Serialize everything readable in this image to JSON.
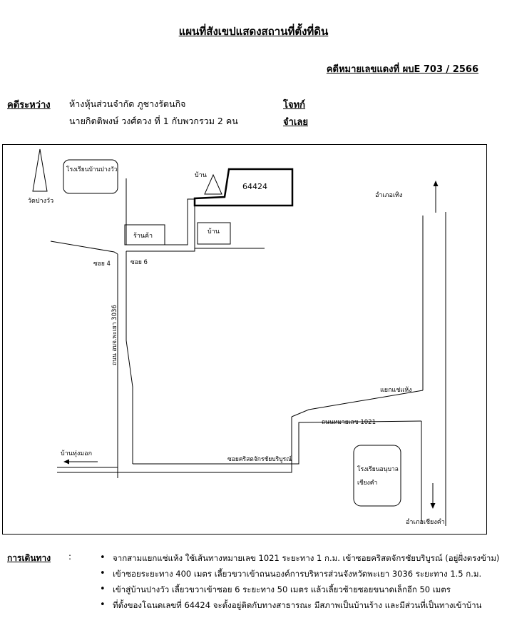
{
  "header": {
    "title": "แผนที่สังเขปแสดงสถานที่ตั้งที่ดิน",
    "case_number": "คดีหมายเลขแดงที่ ผบE 703 / 2566"
  },
  "parties": {
    "label": "คดีระหว่าง",
    "plaintiff_name": "ห้างหุ้นส่วนจำกัด ภูชางรัตนกิจ",
    "plaintiff_role": "โจทก์",
    "defendant_name": "นายกิตติพงษ์ วงศ์ดวง ที่ 1 กับพวกรวม 2 คน",
    "defendant_role": "จำเลย"
  },
  "map": {
    "temple": "วัดปางวัว",
    "school_top": "โรงเรียนบ้านปางวัว",
    "house_plot": "บ้าน",
    "plot_number": "64424",
    "house_lower": "บ้าน",
    "shop": "ร้านค้า",
    "to_thoeng": "อำเภอเทิง",
    "soi4": "ซอย 4",
    "soi6": "ซอย 6",
    "road_3036": "ถนน อบจ.พะเยา 3036",
    "junction": "แยกแช่แห้ง",
    "road_1021": "ถนนหมายเลข 1021",
    "to_thungmok": "บ้านทุ่งมอก",
    "soi_christ": "ซอยคริสตจักรชัยบริบูรณ์",
    "kindergarten_1": "โรงเรียนอนุบาล",
    "kindergarten_2": "เชียงคำ",
    "to_chiangkham": "อำเภอเชียงคำ"
  },
  "directions": {
    "label": "การเดินทาง",
    "colon": ":",
    "steps": [
      "จากสามแยกแช่แห้ง ใช้เส้นทางหมายเลข 1021 ระยะทาง 1 ก.ม. เข้าซอยคริสตจักรชัยบริบูรณ์ (อยู่ฝั่งตรงข้าม)",
      "เข้าซอยระยะทาง 400 เมตร เลี้ยวขวาเข้าถนนองค์การบริหารส่วนจังหวัดพะเยา 3036 ระยะทาง 1.5 ก.ม.",
      "เข้าสู่บ้านปางวัว เลี้ยวขวาเข้าซอย 6 ระยะทาง 50 เมตร แล้วเลี้ยวซ้ายซอยขนาดเล็กอีก 50 เมตร",
      "ที่ตั้งของโฉนดเลขที่ 64424 จะตั้งอยู่ติดกับทางสาธารณะ มีสภาพเป็นบ้านร้าง และมีส่วนที่เป็นทางเข้าบ้าน"
    ]
  }
}
